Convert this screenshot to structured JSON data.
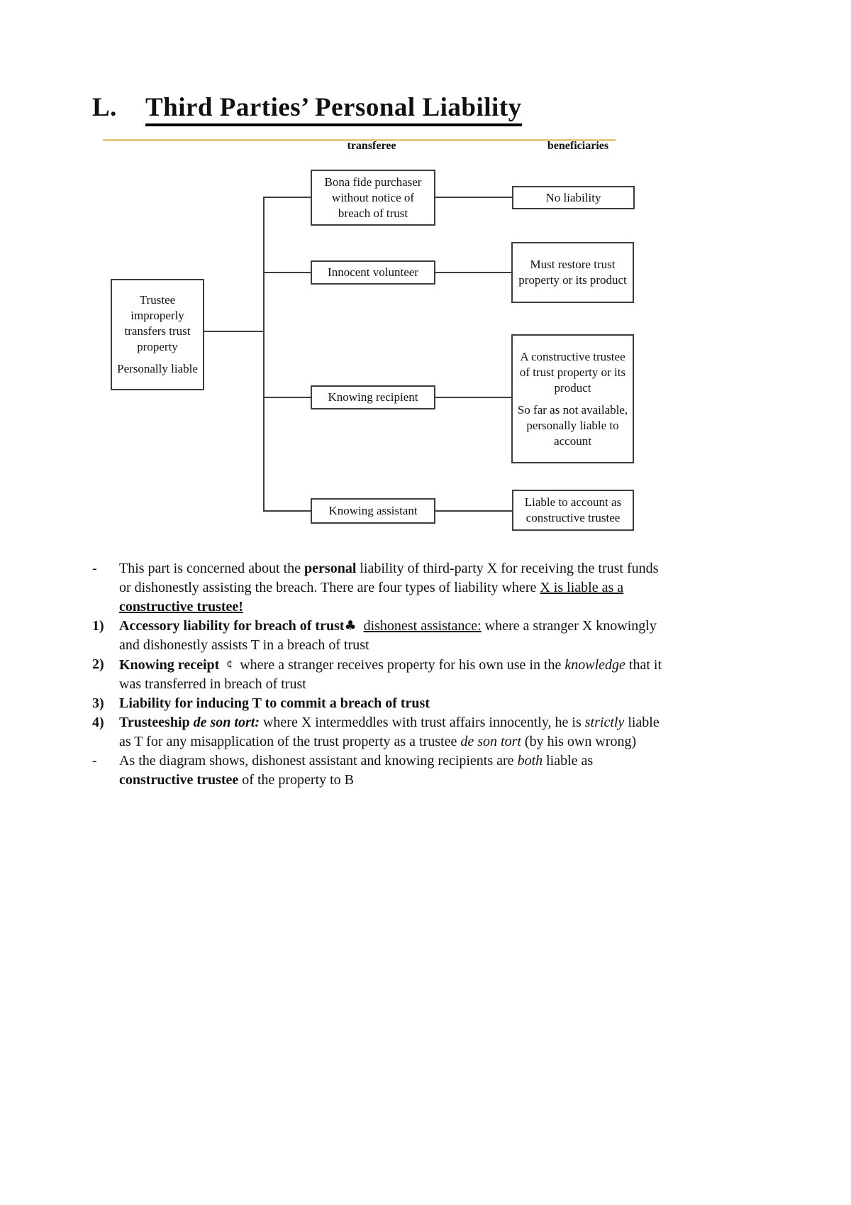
{
  "title": {
    "prefix": "L.",
    "text": "Third Parties’ Personal Liability"
  },
  "accent_rule_color": "#eac87f",
  "line_color": "#3d3d3d",
  "diagram": {
    "headers": {
      "transferee": "transferee",
      "beneficiaries": "beneficiaries"
    },
    "root_box": {
      "para1": "Trustee improperly transfers trust property",
      "para2": "Personally liable"
    },
    "transferee_boxes": {
      "bona_fide": "Bona fide purchaser without notice of breach of trust",
      "innocent_volunteer": "Innocent volunteer",
      "knowing_recipient": "Knowing recipient",
      "knowing_assistant": "Knowing assistant"
    },
    "beneficiary_boxes": {
      "no_liability": "No liability",
      "must_restore": "Must restore trust property or its product",
      "constructive_para1": "A constructive trustee of trust property or its product",
      "constructive_para2": "So far as not available, personally liable to account",
      "liable_account": "Liable to account as constructive trustee"
    }
  },
  "notes": [
    {
      "marker": "-",
      "runs": [
        {
          "t": "This part is concerned about the "
        },
        {
          "t": "personal",
          "b": true
        },
        {
          "t": " liability of third-party X for receiving the trust funds or dishonestly assisting the breach. There are four types of liability where "
        },
        {
          "t": "X is liable as a ",
          "u": true
        },
        {
          "t": "constructive trustee!",
          "b": true,
          "u": true
        }
      ]
    },
    {
      "marker": "1)",
      "runs": [
        {
          "t": "Accessory liability for breach of trust",
          "b": true
        },
        {
          "t": "♣",
          "name": "club-dingbat-icon",
          "cls": "dingbat"
        },
        {
          "t": "  "
        },
        {
          "t": "dishonest assistance:",
          "u": true
        },
        {
          "t": " where a stranger X knowingly and dishonestly assists T in a breach of trust"
        }
      ]
    },
    {
      "marker": "2)",
      "runs": [
        {
          "t": "Knowing receipt",
          "b": true
        },
        {
          "t": "  "
        },
        {
          "t": "¢",
          "name": "cent-dingbat-icon",
          "cls": "dingbat-small"
        },
        {
          "t": "  where a stranger receives property for his own use in the "
        },
        {
          "t": "knowledge",
          "i": true
        },
        {
          "t": " that it was transferred in breach of trust"
        }
      ]
    },
    {
      "marker": "3)",
      "runs": [
        {
          "t": "Liability for inducing T to commit a breach of trust",
          "b": true
        }
      ]
    },
    {
      "marker": "4)",
      "runs": [
        {
          "t": "Trusteeship ",
          "b": true
        },
        {
          "t": "de son tort:",
          "b": true,
          "i": true
        },
        {
          "t": " where X intermeddles with trust affairs innocently, he is "
        },
        {
          "t": "strictly",
          "i": true
        },
        {
          "t": " liable as T for any misapplication of the trust property as a trustee "
        },
        {
          "t": "de son tort",
          "i": true
        },
        {
          "t": " (by his own wrong)"
        }
      ]
    },
    {
      "marker": "-",
      "runs": [
        {
          "t": "As the diagram shows, dishonest assistant and knowing recipients are "
        },
        {
          "t": "both",
          "i": true
        },
        {
          "t": " liable as "
        },
        {
          "t": "constructive trustee",
          "b": true
        },
        {
          "t": " of the property to B"
        }
      ]
    }
  ]
}
